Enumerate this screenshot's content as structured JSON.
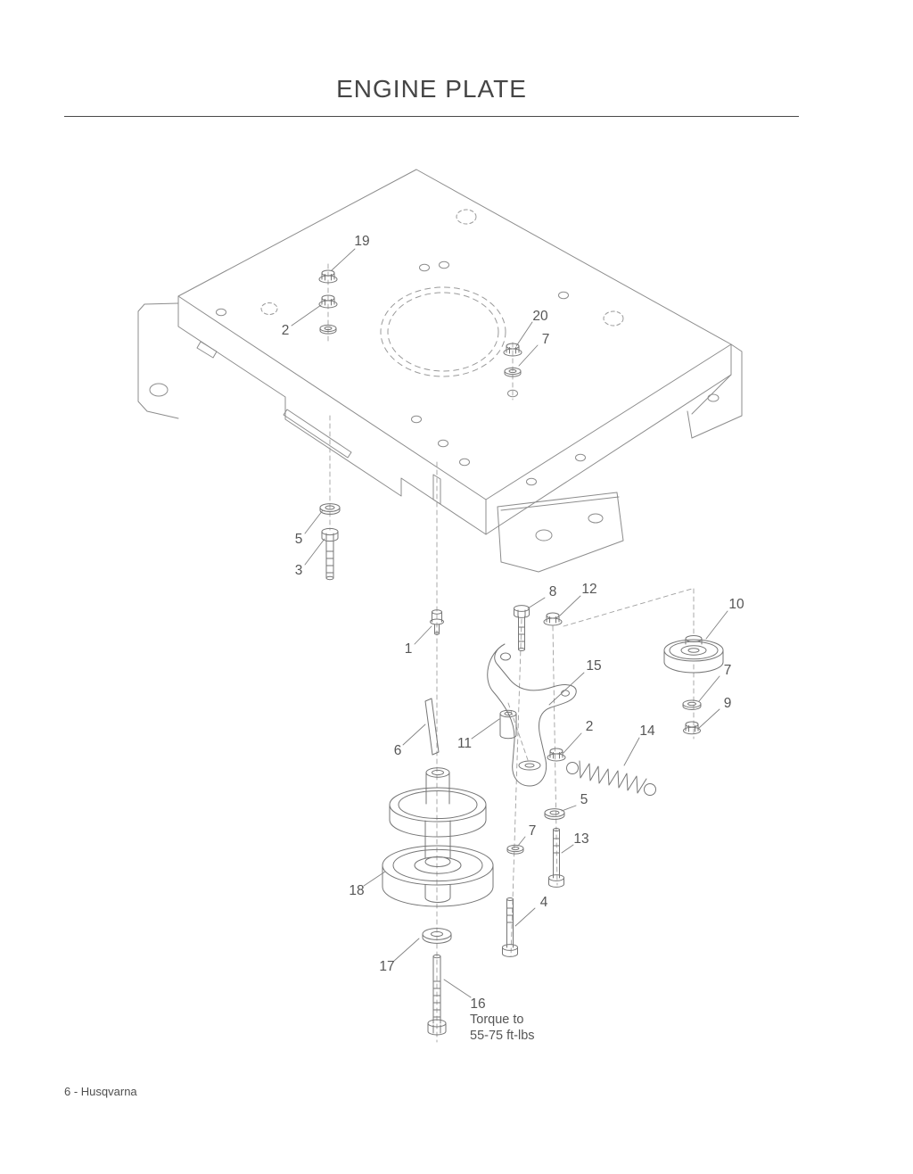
{
  "page": {
    "title": "ENGINE PLATE",
    "footer": "6 - Husqvarna"
  },
  "torque_note": {
    "line1": "Torque to",
    "line2": "55-75 ft-lbs"
  },
  "callouts": [
    {
      "label": "19"
    },
    {
      "label": "2"
    },
    {
      "label": "20"
    },
    {
      "label": "7"
    },
    {
      "label": "5"
    },
    {
      "label": "3"
    },
    {
      "label": "8"
    },
    {
      "label": "12"
    },
    {
      "label": "10"
    },
    {
      "label": "1"
    },
    {
      "label": "15"
    },
    {
      "label": "7"
    },
    {
      "label": "9"
    },
    {
      "label": "6"
    },
    {
      "label": "11"
    },
    {
      "label": "2"
    },
    {
      "label": "14"
    },
    {
      "label": "5"
    },
    {
      "label": "7"
    },
    {
      "label": "13"
    },
    {
      "label": "18"
    },
    {
      "label": "4"
    },
    {
      "label": "17"
    },
    {
      "label": "16"
    }
  ],
  "diagram": {
    "subject": "engine plate exploded parts view"
  }
}
